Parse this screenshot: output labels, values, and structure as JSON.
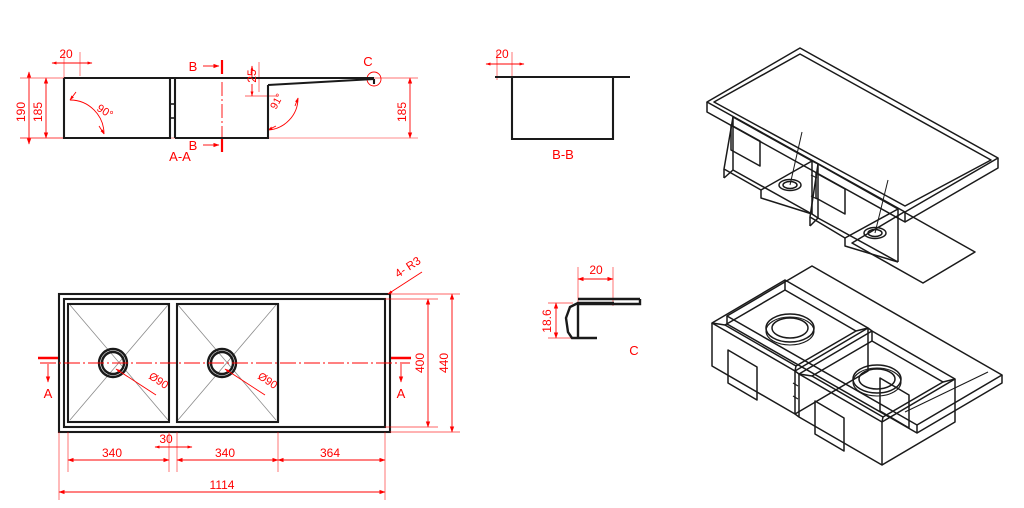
{
  "drawing": {
    "title": "Double bowl sink with right drainer — CAD orthographic sheet",
    "background_color": "#ffffff",
    "geometry_color": "#1a1a1a",
    "dimension_color": "#ff0000",
    "hatch_color": "#808080"
  },
  "views": {
    "section_aa": {
      "label": "A-A",
      "dimensions": {
        "flange_width": "20",
        "overall_depth": "190",
        "bowl_depth": "185",
        "drainer_drop": "25",
        "right_depth": "185",
        "bowl_corner_angle": "90°",
        "drainer_angle": "91°"
      },
      "markers": {
        "section_b_top": "B",
        "section_b_bottom": "B",
        "detail_c": "C"
      }
    },
    "section_bb": {
      "label": "B-B",
      "dimensions": {
        "flange_width": "20"
      }
    },
    "plan": {
      "dimensions": {
        "bowl1_width": "340",
        "divider_width": "30",
        "bowl2_width": "340",
        "drainer_width": "364",
        "overall_length": "1114",
        "inner_width": "400",
        "overall_width": "440",
        "drain1_diameter": "Ø90",
        "drain2_diameter": "Ø90",
        "corner_radius": "4- R3"
      },
      "markers": {
        "section_a_left": "A",
        "section_a_right": "A"
      }
    },
    "detail_c": {
      "label": "C",
      "dimensions": {
        "lip_width": "20",
        "lip_height": "18.6"
      }
    },
    "iso_top": {
      "label": "",
      "description": "isometric-top-view"
    },
    "iso_bottom": {
      "label": "",
      "description": "isometric-underside-view"
    }
  }
}
